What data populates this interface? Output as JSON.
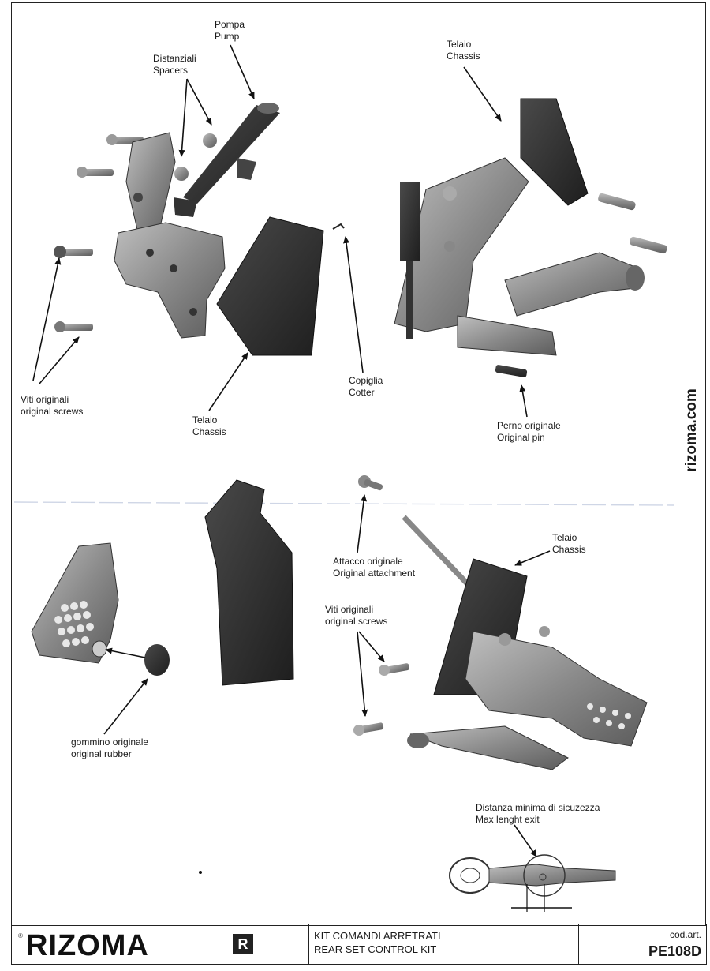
{
  "site": "rizoma.com",
  "labels": {
    "pump": [
      "Pompa",
      "Pump"
    ],
    "spacers": [
      "Distanziali",
      "Spacers"
    ],
    "chassis_top_right": [
      "Telaio",
      "Chassis"
    ],
    "original_screws_top": [
      "Viti originali",
      "original screws"
    ],
    "chassis_top_left": [
      "Telaio",
      "Chassis"
    ],
    "cotter": [
      "Copiglia",
      "Cotter"
    ],
    "original_pin": [
      "Perno originale",
      "Original pin"
    ],
    "original_attachment": [
      "Attacco originale",
      "Original attachment"
    ],
    "chassis_bottom": [
      "Telaio",
      "Chassis"
    ],
    "original_screws_bottom": [
      "Viti originali",
      "original screws"
    ],
    "original_rubber": [
      "gommino originale",
      "original rubber"
    ],
    "safety_distance": [
      "Distanza minima di sicuzezza",
      "Max lenght exit"
    ]
  },
  "titleblock": {
    "brand": "RIZOMA",
    "brand_mark": "R",
    "reg": "®",
    "title_it": "KIT COMANDI ARRETRATI",
    "title_en": "REAR SET CONTROL KIT",
    "code_label": "cod.art.",
    "code": "PE108D"
  }
}
